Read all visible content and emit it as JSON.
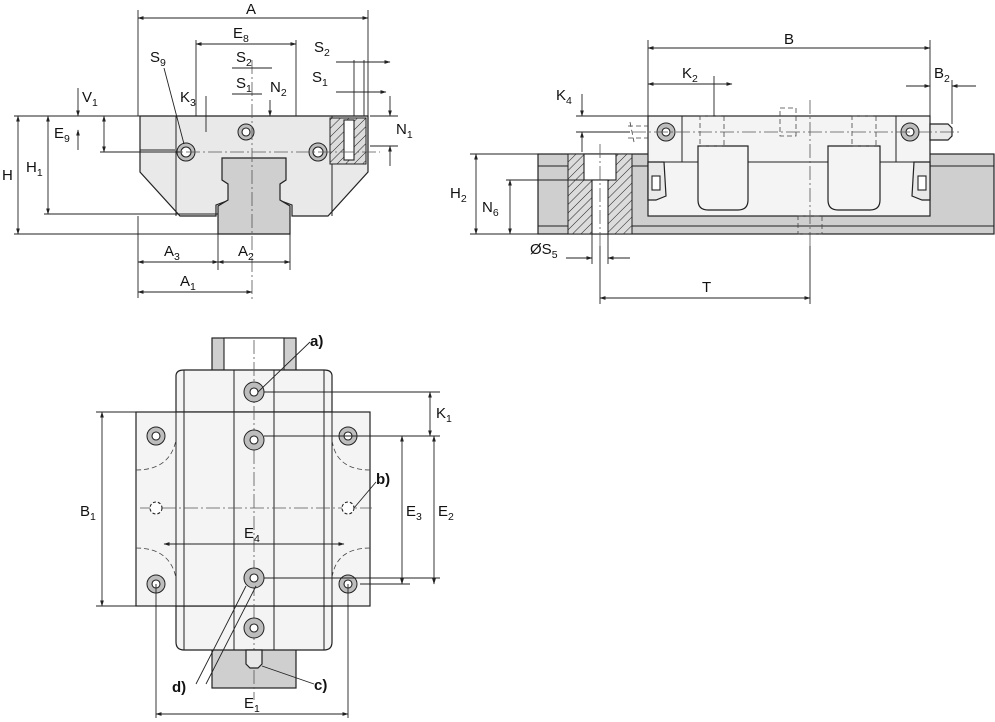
{
  "labels": {
    "A": "A",
    "A1": "A",
    "A1_sub": "1",
    "A2": "A",
    "A2_sub": "2",
    "A3": "A",
    "A3_sub": "3",
    "E8": "E",
    "E8_sub": "8",
    "S9": "S",
    "S9_sub": "9",
    "S2a": "S",
    "S2a_sub": "2",
    "S1a": "S",
    "S1a_sub": "1",
    "S2b": "S",
    "S2b_sub": "2",
    "S1b": "S",
    "S1b_sub": "1",
    "V1": "V",
    "V1_sub": "1",
    "K3": "K",
    "K3_sub": "3",
    "N2": "N",
    "N2_sub": "2",
    "N1": "N",
    "N1_sub": "1",
    "E9": "E",
    "E9_sub": "9",
    "H": "H",
    "H1": "H",
    "H1_sub": "1",
    "B": "B",
    "K2": "K",
    "K2_sub": "2",
    "B2": "B",
    "B2_sub": "2",
    "K4": "K",
    "K4_sub": "4",
    "H2": "H",
    "H2_sub": "2",
    "N6": "N",
    "N6_sub": "6",
    "S5": "ØS",
    "S5_sub": "5",
    "T": "T",
    "K1": "K",
    "K1_sub": "1",
    "B1": "B",
    "B1_sub": "1",
    "E3": "E",
    "E3_sub": "3",
    "E2": "E",
    "E2_sub": "2",
    "E4": "E",
    "E4_sub": "4",
    "E1": "E",
    "E1_sub": "1"
  },
  "callouts": {
    "a": "a)",
    "b": "b)",
    "c": "c)",
    "d": "d)"
  }
}
